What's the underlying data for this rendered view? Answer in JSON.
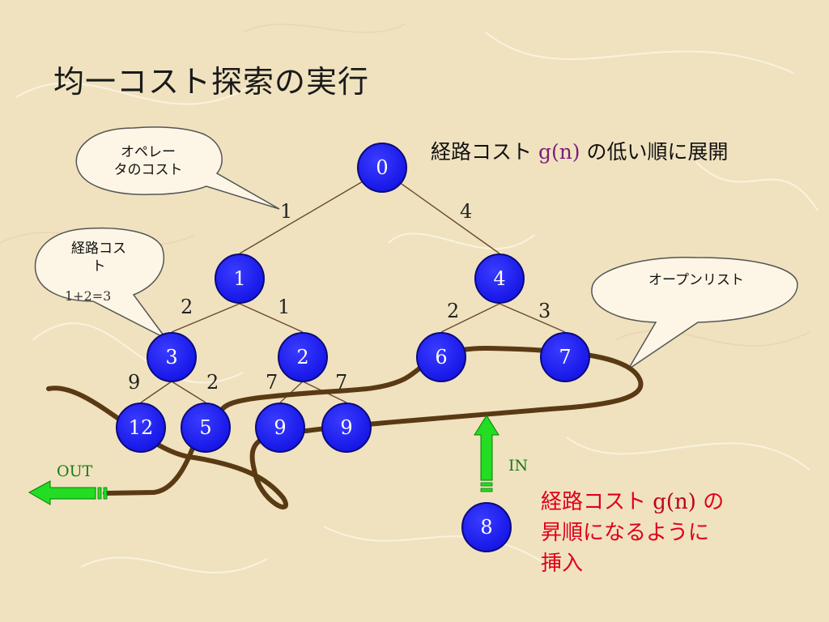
{
  "title": "均一コスト探索の実行",
  "note_top": {
    "before": "経路コスト ",
    "gn": "g(n)",
    "after": " の低い順に展開"
  },
  "note_bottom": {
    "line1_before": "経路コスト ",
    "gn": "g(n)",
    "line1_after": " の",
    "line2": "昇順になるように",
    "line3": "挿入"
  },
  "callouts": {
    "operator_line1": "オペレー",
    "operator_line2": "タのコスト",
    "path_line1": "経路コス",
    "path_line2": "ト",
    "path_formula": "1+2=3",
    "open_list": "オープンリスト"
  },
  "labels": {
    "out": "OUT",
    "in": "IN"
  },
  "nodes": {
    "n0": "0",
    "n1": "1",
    "n4": "4",
    "n3": "3",
    "n2": "2",
    "n6": "6",
    "n7": "7",
    "n12": "12",
    "n5": "5",
    "n9a": "9",
    "n9b": "9",
    "n8": "8"
  },
  "edges": {
    "e0_1": "1",
    "e0_4": "4",
    "e1_3": "2",
    "e1_2": "1",
    "e4_6": "2",
    "e4_7": "3",
    "e3_12": "9",
    "e3_5": "2",
    "e2_9a": "7",
    "e2_9b": "7"
  },
  "colors": {
    "node": "#1818e8",
    "edge": "#6b4a2b",
    "path": "#5a3a14",
    "arrow": "#22dd22",
    "red": "#e0001a"
  }
}
